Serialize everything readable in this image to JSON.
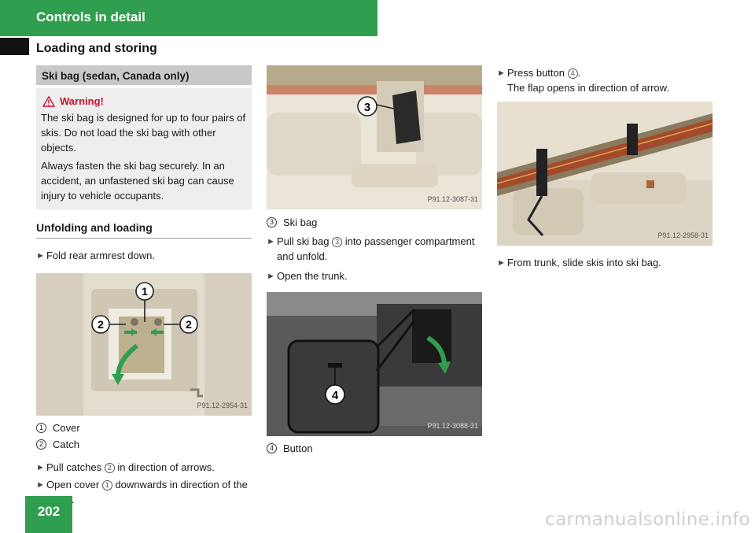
{
  "header": {
    "chapter": "Controls in detail",
    "section": "Loading and storing"
  },
  "ski_bag": {
    "heading": "Ski bag (sedan, Canada only)",
    "warning_title": "Warning!",
    "warning_p1": "The ski bag is designed for up to four pairs of skis. Do not load the ski bag with other objects.",
    "warning_p2": "Always fasten the ski bag securely. In an accident, an unfastened ski bag can cause injury to vehicle occupants."
  },
  "unfolding": {
    "heading": "Unfolding and loading",
    "step1": "Fold rear armrest down.",
    "img1_code": "P91.12-2954-31",
    "legend1_num": "1",
    "legend1_text": "Cover",
    "legend2_num": "2",
    "legend2_text": "Catch",
    "step2_a": "Pull catches ",
    "step2_num": "2",
    "step2_b": " in direction of arrows.",
    "step3_a": "Open cover ",
    "step3_num": "1",
    "step3_b": " downwards in direction of the arrow."
  },
  "column2": {
    "img_code": "P91.12-3087-31",
    "legend3_num": "3",
    "legend3_text": "Ski bag",
    "step4_a": "Pull ski bag ",
    "step4_num": "3",
    "step4_b": " into passenger compartment and unfold.",
    "step5": "Open the trunk.",
    "img2_code": "P91.12-3088-31",
    "legend4_num": "4",
    "legend4_text": "Button"
  },
  "column3": {
    "step6_a": "Press button ",
    "step6_num": "4",
    "step6_b": ".",
    "step6_line2": "The flap opens in direction of arrow.",
    "img_code": "P91.12-2958-31",
    "step7": "From trunk, slide skis into ski bag."
  },
  "callouts": {
    "c1": "1",
    "c2": "2",
    "c3": "3",
    "c4": "4"
  },
  "footer": {
    "page_number": "202",
    "watermark": "carmanualsonline.info"
  },
  "colors": {
    "brand_green": "#2f9e4f",
    "warning_red": "#c8102e"
  }
}
